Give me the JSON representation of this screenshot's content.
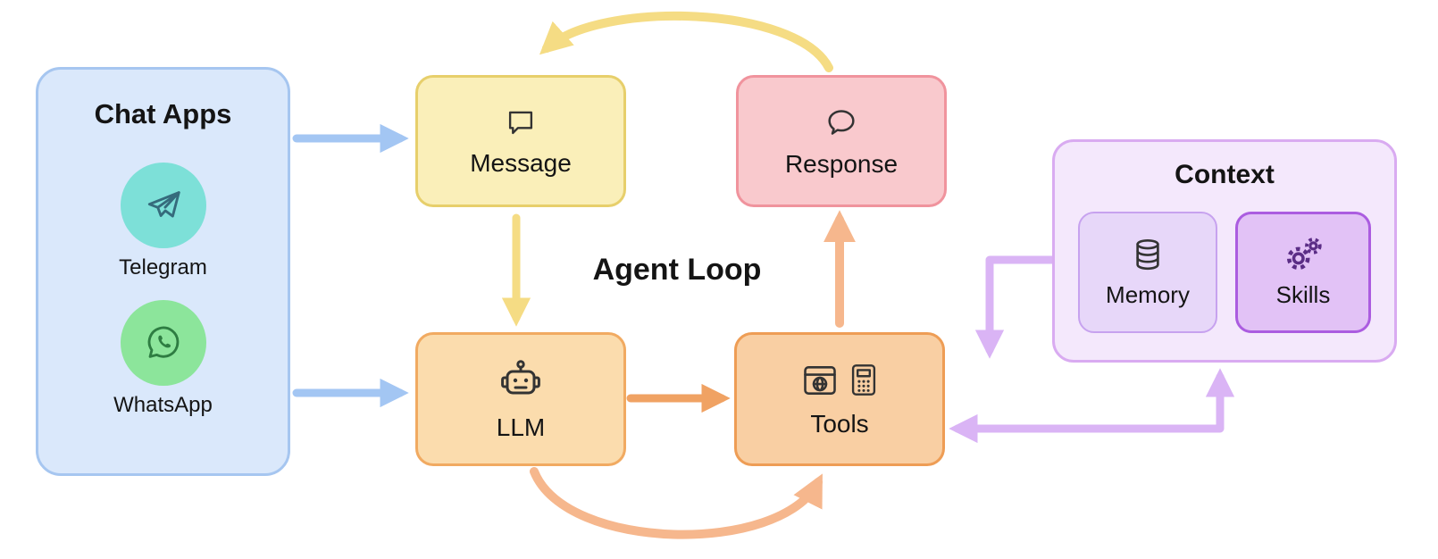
{
  "diagram": {
    "agent_loop_label": "Agent Loop",
    "chat_apps": {
      "title": "Chat Apps",
      "items": [
        {
          "label": "Telegram",
          "icon": "telegram-icon"
        },
        {
          "label": "WhatsApp",
          "icon": "whatsapp-icon"
        }
      ]
    },
    "nodes": {
      "message": {
        "label": "Message",
        "icon": "speech-bubble-icon"
      },
      "response": {
        "label": "Response",
        "icon": "speech-bubble-round-icon"
      },
      "llm": {
        "label": "LLM",
        "icon": "robot-icon"
      },
      "tools": {
        "label": "Tools",
        "icon": "browser-and-calculator-icons"
      }
    },
    "context": {
      "title": "Context",
      "items": [
        {
          "label": "Memory",
          "icon": "database-icon"
        },
        {
          "label": "Skills",
          "icon": "gears-icon"
        }
      ]
    }
  },
  "colors": {
    "text": "#141414",
    "chat_apps_bg": "#dae8fb",
    "chat_apps_border": "#a6c6f0",
    "telegram_circle": "#7de0d8",
    "whatsapp_circle": "#8ce59b",
    "telegram_stroke": "#356b7c",
    "whatsapp_stroke": "#2e7d42",
    "message_bg": "#faefb9",
    "message_border": "#e7cf6b",
    "response_bg": "#f9c9cd",
    "response_border": "#f0939d",
    "llm_bg": "#fbdcad",
    "llm_border": "#f1aa61",
    "tools_bg": "#f9cfa3",
    "tools_border": "#ee9d55",
    "context_bg": "#f4e8fc",
    "context_border": "#d9abf1",
    "memory_bg": "#e7d7f9",
    "memory_border": "#c7a2ef",
    "skills_bg": "#e2c2f6",
    "skills_border": "#ab5ce0",
    "icon_stroke": "#333333",
    "gear_stroke": "#5b2d86",
    "arrow_blue": "#a3c6f3",
    "arrow_yellow": "#f5dc84",
    "arrow_orange": "#f0a263",
    "arrow_orange_light": "#f6b78d",
    "arrow_purple": "#dab4f5"
  }
}
